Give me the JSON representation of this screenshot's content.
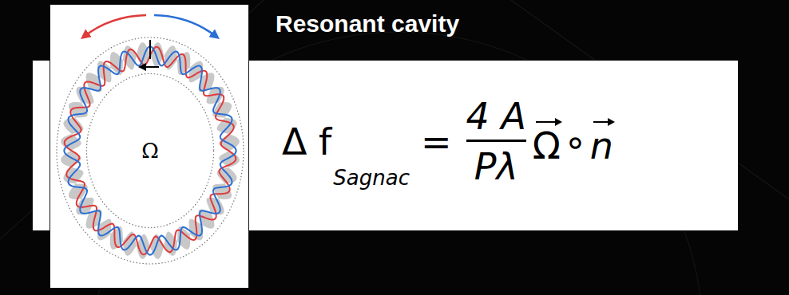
{
  "diagram": {
    "title": "Resonant cavity",
    "nodes": [
      {
        "text": [
          "Δ f",
          "Sagnac",
          "=",
          "4 A",
          "Pλ",
          "Ω",
          "∘",
          "n"
        ]
      }
    ],
    "labels": [
      "Ω"
    ]
  }
}
